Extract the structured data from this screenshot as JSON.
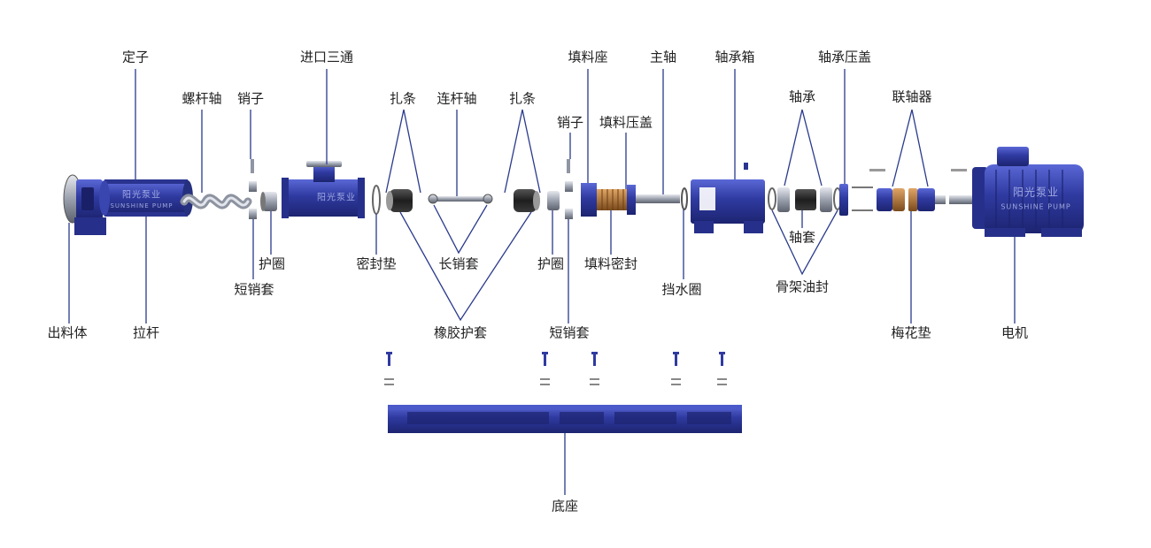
{
  "colors": {
    "blue": "#2f3aa0",
    "blue_dark": "#1f2878",
    "blue_light": "#4b59c9",
    "steel": "#a9adb8",
    "steel_dark": "#6f7480",
    "black": "#202020",
    "copper": "#b5773a",
    "leader": "#2a3a8c"
  },
  "labels": {
    "outlet_body": "出料体",
    "stator": "定子",
    "tie_rod": "拉杆",
    "screw_shaft": "螺杆轴",
    "pin_1": "销子",
    "guard_ring_1": "护圈",
    "short_pin_sleeve_1": "短销套",
    "inlet_tee": "进口三通",
    "gasket": "密封垫",
    "clamp_strip_1": "扎条",
    "connecting_rod": "连杆轴",
    "clamp_strip_2": "扎条",
    "long_pin_sleeve": "长销套",
    "rubber_boot": "橡胶护套",
    "packing_seat": "填料座",
    "pin_2": "销子",
    "packing_gland": "填料压盖",
    "guard_ring_2": "护圈",
    "packing_seal": "填料密封",
    "short_pin_sleeve_2": "短销套",
    "main_shaft": "主轴",
    "water_ring": "挡水圈",
    "bearing_box": "轴承箱",
    "bearing": "轴承",
    "shaft_sleeve": "轴套",
    "oil_seal": "骨架油封",
    "bearing_cover": "轴承压盖",
    "coupling": "联轴器",
    "plum_pad": "梅花垫",
    "motor": "电机",
    "base": "底座"
  },
  "brand": {
    "stator_mark": "阳光泵业",
    "stator_sub": "SUNSHINE PUMP",
    "inlet_mark": "阳光泵业",
    "motor_mark": "阳光泵业",
    "motor_sub": "SUNSHINE PUMP"
  },
  "icons": {
    "bolt": "bolt-icon",
    "washer": "washer-icon"
  }
}
